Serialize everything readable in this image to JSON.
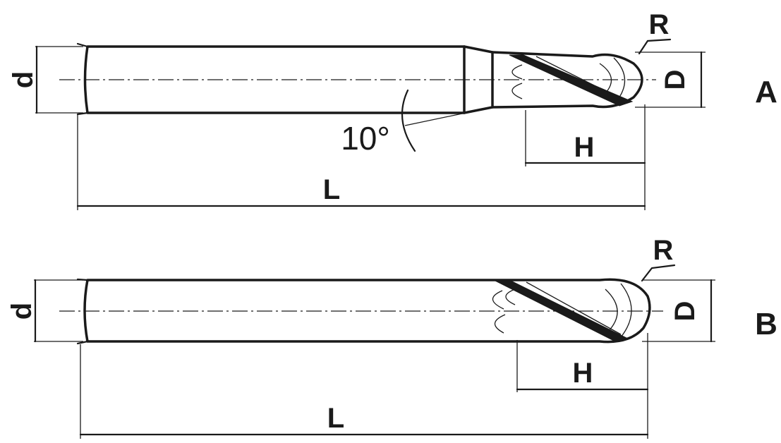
{
  "figure_a": {
    "variant_label": "A",
    "dims": {
      "shank_diameter": "d",
      "length": "L",
      "cutting_length": "H",
      "cutter_diameter": "D",
      "radius": "R",
      "neck_angle": "10°"
    }
  },
  "figure_b": {
    "variant_label": "B",
    "dims": {
      "shank_diameter": "d",
      "length": "L",
      "cutting_length": "H",
      "cutter_diameter": "D",
      "radius": "R"
    }
  }
}
